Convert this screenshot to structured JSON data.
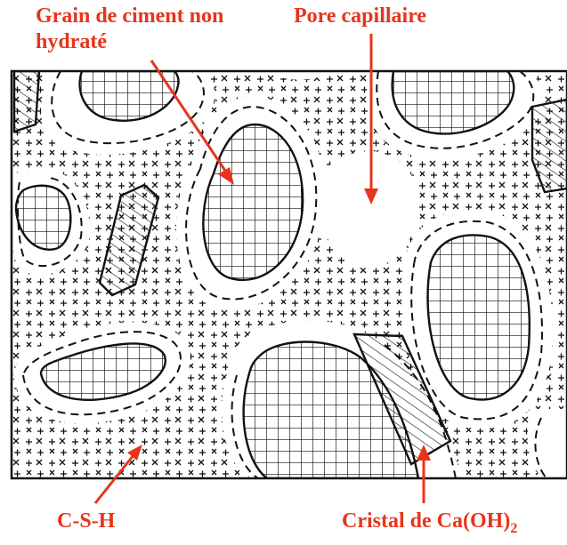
{
  "labels": {
    "grain": "Grain de ciment non hydraté",
    "pore": "Pore capillaire",
    "csh": "C-S-H",
    "caoh_main": "Cristal de Ca(OH)",
    "caoh_sub": "2"
  },
  "colors": {
    "label": "#e8341c",
    "arrow": "#e8341c",
    "ink": "#111111",
    "background": "#ffffff"
  }
}
